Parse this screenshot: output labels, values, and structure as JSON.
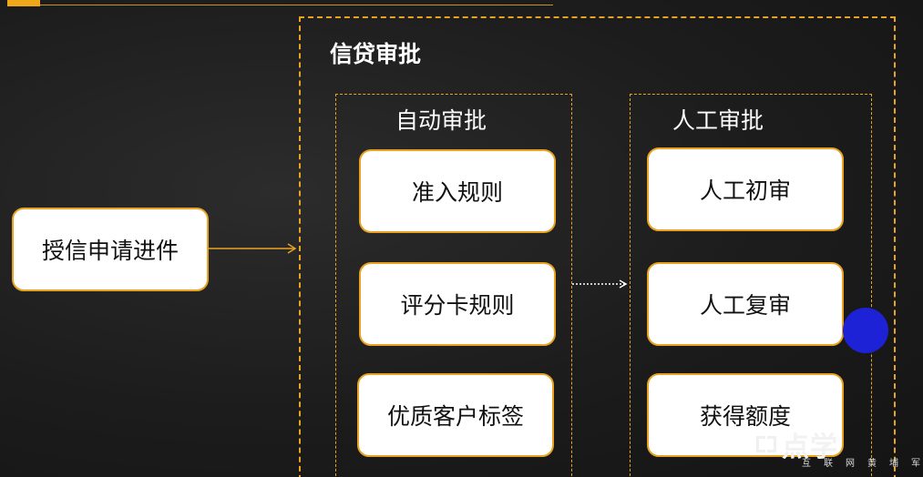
{
  "diagram": {
    "outer_title": "信贷审批",
    "source_node": "授信申请进件",
    "auto_group": {
      "title": "自动审批",
      "items": [
        "准入规则",
        "评分卡规则",
        "优质客户标签"
      ]
    },
    "manual_group": {
      "title": "人工审批",
      "items": [
        "人工初审",
        "人工复审",
        "获得额度"
      ]
    }
  },
  "watermark": {
    "brand": "点学",
    "subtitle": "互联网黄埔军"
  },
  "colors": {
    "accent": "#e9a322",
    "background": "#1e1e1e",
    "node_fill": "#ffffff",
    "cursor": "#1d22d6"
  }
}
